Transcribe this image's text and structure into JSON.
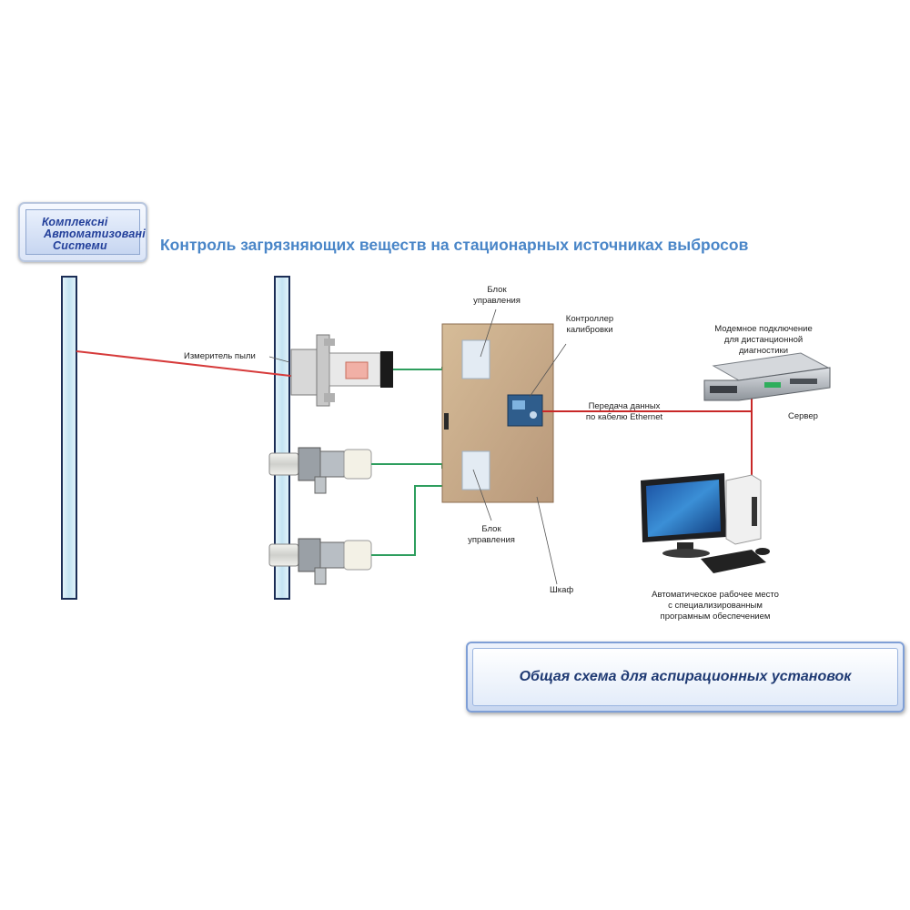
{
  "logo": {
    "line1": "Комплексні",
    "line2": "Автоматизовані",
    "line3": "Системи"
  },
  "title": "Контроль загрязняющих веществ на стационарных источниках выбросов",
  "labels": {
    "dust_meter": "Измеритель пыли",
    "control_unit_top": [
      "Блок",
      "управления"
    ],
    "calibration_controller": [
      "Контроллер",
      "калибровки"
    ],
    "modem": [
      "Модемное подключение",
      "для дистанционной",
      "диагностики"
    ],
    "data_transfer": [
      "Передача данных",
      "по кабелю Ethernet"
    ],
    "server": "Сервер",
    "control_unit_bottom": [
      "Блок",
      "управления"
    ],
    "cabinet": "Шкаф",
    "workstation": [
      "Автоматическое рабочее место",
      "с специализированным",
      "програмным обеспечением"
    ]
  },
  "banner": "Общая схема для аспирационных установок",
  "colors": {
    "title": "#4a86c8",
    "laser": "#d63a3a",
    "ethernet": "#c82828",
    "signal_cable": "#2e9e5e",
    "duct": "#c9e6f4",
    "cabinet": "#c4a784",
    "banner_text": "#1f3a73"
  }
}
